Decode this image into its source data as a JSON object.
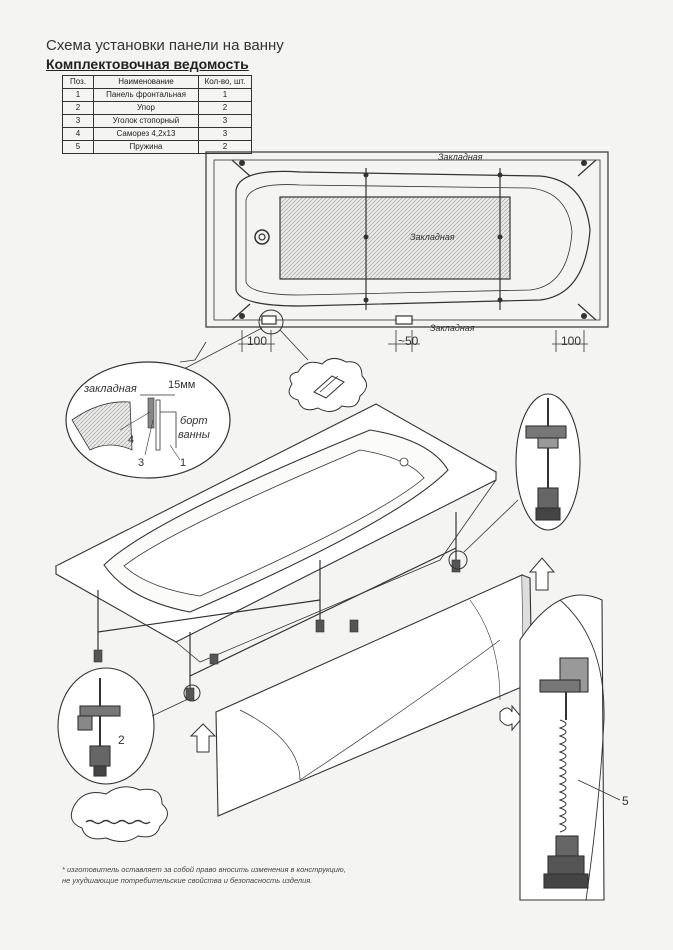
{
  "header": {
    "title": "Схема установки панели на ванну",
    "subtitle": "Комплектовочная ведомость"
  },
  "table": {
    "columns": [
      "Поз.",
      "Наименование",
      "Кол-во, шт."
    ],
    "rows": [
      [
        "1",
        "Панель фронтальная",
        "1"
      ],
      [
        "2",
        "Упор",
        "2"
      ],
      [
        "3",
        "Уголок стопорный",
        "3"
      ],
      [
        "4",
        "Саморез 4,2х13",
        "3"
      ],
      [
        "5",
        "Пружина",
        "2"
      ]
    ]
  },
  "top_view": {
    "label_top": "Закладная",
    "label_center": "Закладная",
    "label_bottom": "Закладная",
    "dim_left": "100",
    "dim_mid": "~50",
    "dim_right": "100"
  },
  "detail": {
    "label_zakladnaya": "закладная",
    "label_15mm": "15мм",
    "label_bort": "борт",
    "label_vanny": "ванны",
    "n4": "4",
    "n3": "3",
    "n1": "1"
  },
  "callouts": {
    "n2": "2",
    "n5": "5"
  },
  "note": {
    "line1": "* изготовитель оставляет за собой право вносить изменения в конструкцию,",
    "line2": "не ухудшающие потребительские свойства и безопасность изделия."
  }
}
